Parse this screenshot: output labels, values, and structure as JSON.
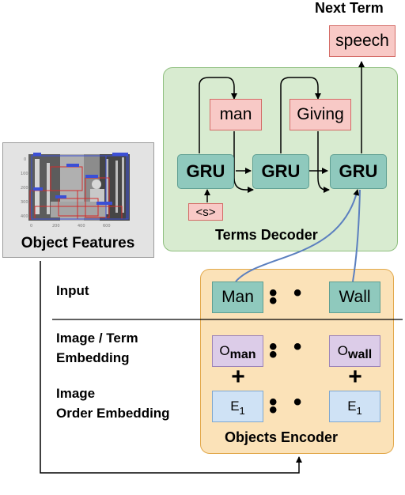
{
  "next_term": {
    "title": "Next Term",
    "value": "speech"
  },
  "decoder": {
    "label": "Terms Decoder",
    "gru_label": "GRU",
    "start_token": "<s>",
    "terms": [
      "man",
      "Giving"
    ]
  },
  "object_features": {
    "label": "Object Features"
  },
  "rows": {
    "input": "Input",
    "term_embedding_line1": "Image / Term",
    "term_embedding_line2": "Embedding",
    "order_embedding_line1": "Image",
    "order_embedding_line2": "Order Embedding"
  },
  "encoder": {
    "label": "Objects Encoder",
    "inputs": [
      "Man",
      "Wall"
    ],
    "ellipsis": "• • •",
    "term_emb_base": "O",
    "term_emb_subs": [
      "man",
      "wall"
    ],
    "plus": "+",
    "order_emb_base": "E",
    "order_emb_sub": "1"
  },
  "colors": {
    "decoder_bg": "#d8ebd0",
    "encoder_bg": "#fbe2b8",
    "gru": "#8fc9bd",
    "term": "#f8c9c6",
    "term_embedding": "#dccce8",
    "order_embedding": "#cfe2f5",
    "attention_line": "#5b7fbf"
  }
}
